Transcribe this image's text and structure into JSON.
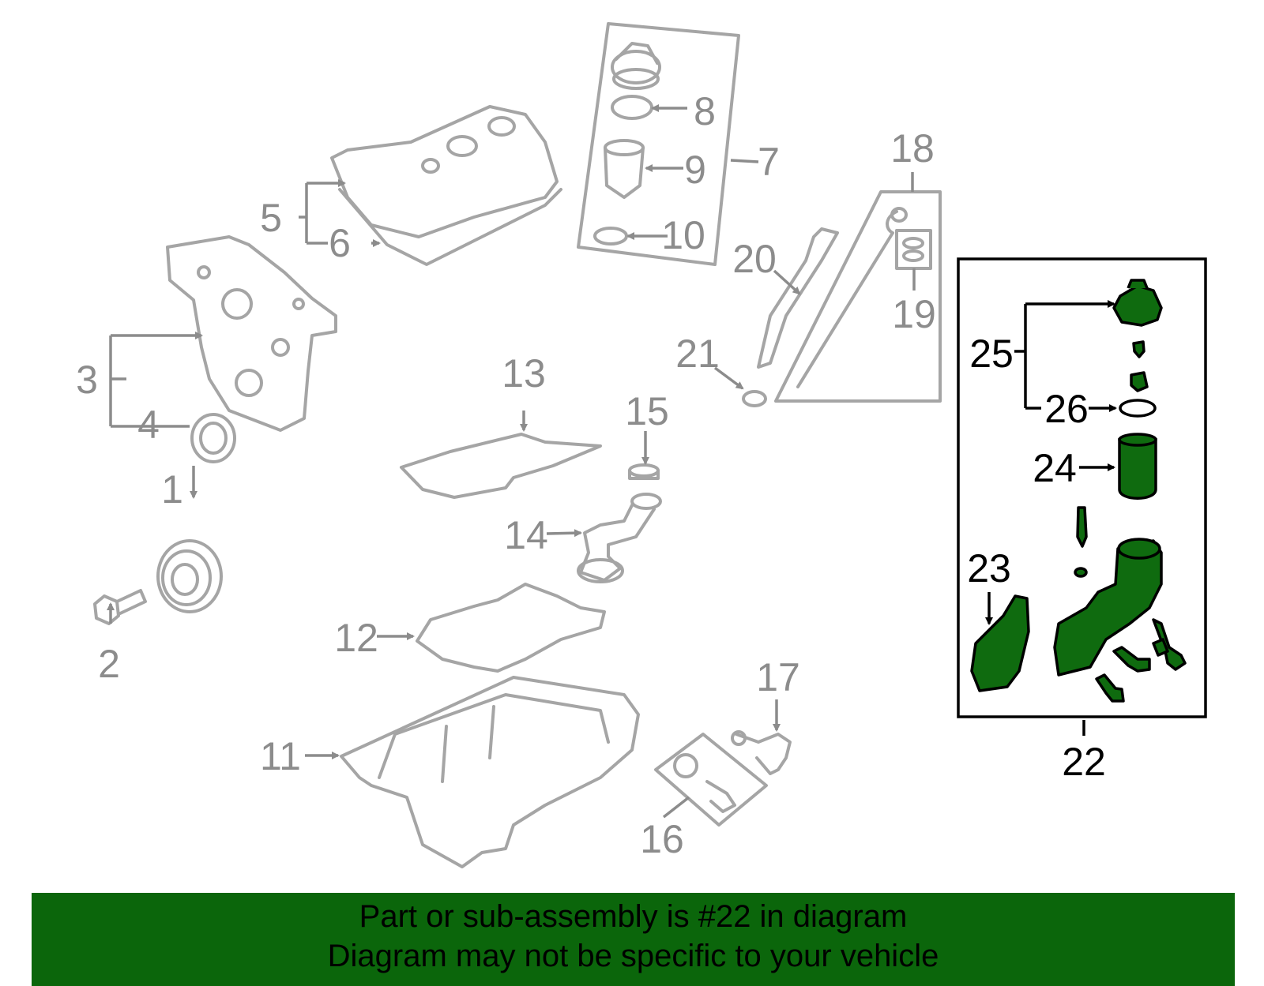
{
  "callouts": {
    "c1": "1",
    "c2": "2",
    "c3": "3",
    "c4": "4",
    "c5": "5",
    "c6": "6",
    "c7": "7",
    "c8": "8",
    "c9": "9",
    "c10": "10",
    "c11": "11",
    "c12": "12",
    "c13": "13",
    "c14": "14",
    "c15": "15",
    "c16": "16",
    "c17": "17",
    "c18": "18",
    "c19": "19",
    "c20": "20",
    "c21": "21",
    "c22": "22",
    "c23": "23",
    "c24": "24",
    "c25": "25",
    "c26": "26"
  },
  "highlight": {
    "part_number": "22",
    "color": "#0f6b0f"
  },
  "colors": {
    "inactive_parts": "#a5a5a5",
    "banner_bg": "#0b660b"
  },
  "banner": {
    "line1": "Part or sub-assembly is #22 in diagram",
    "line2": "Diagram may not be specific to your vehicle"
  }
}
